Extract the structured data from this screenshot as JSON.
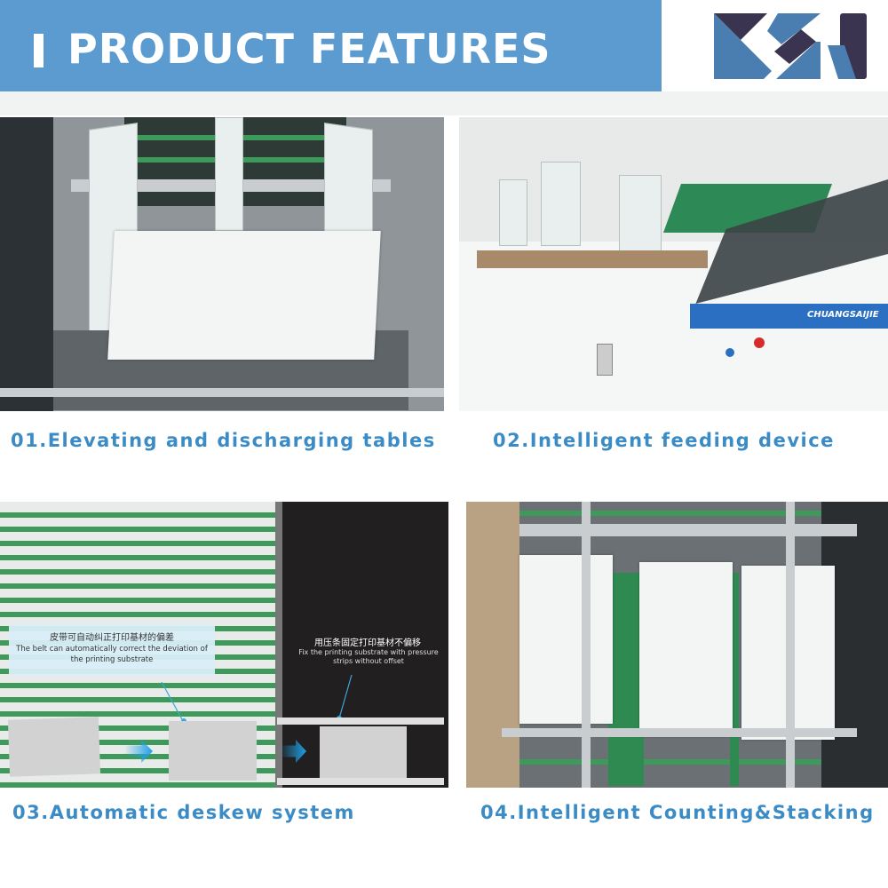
{
  "header": {
    "title": "PRODUCT FEATURES",
    "logo_text": "KSJ"
  },
  "features": [
    {
      "caption": "01.Elevating and discharging tables"
    },
    {
      "caption": "02.Intelligent feeding device",
      "machine_label": "CHUANGSAIJIE"
    },
    {
      "caption": "03.Automatic deskew system",
      "note_left_cn": "皮带可自动纠正打印基材的偏差",
      "note_left_en": "The belt can automatically correct the deviation of the printing substrate",
      "note_right_cn": "用压条固定打印基材不偏移",
      "note_right_en": "Fix the printing substrate with pressure strips without offset"
    },
    {
      "caption": "04.Intelligent Counting&Stacking"
    }
  ],
  "colors": {
    "banner": "#5b9bd0",
    "caption": "#3b8cc6",
    "logo_blue": "#4a7db0",
    "logo_dark": "#3a3450",
    "belt": "#3d9a5a"
  }
}
